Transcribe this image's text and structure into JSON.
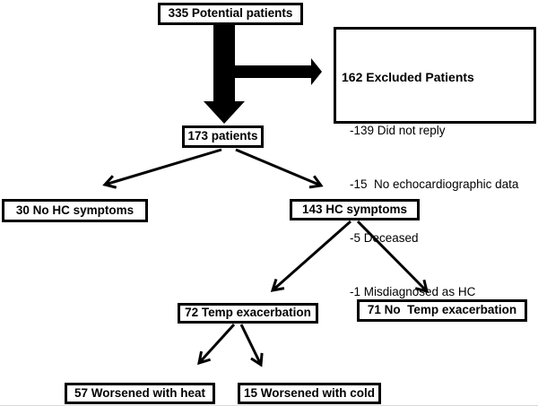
{
  "figure": {
    "background": "#ffffff",
    "line_color": "#000000",
    "text_color": "#000000"
  },
  "nodes": {
    "potential": {
      "label": "335 Potential patients"
    },
    "excluded": {
      "title": "162 Excluded Patients",
      "items": [
        "-139 Did not reply",
        "-15  No echocardiographic data",
        "-5 Deceased",
        "-1 Misdiagnosed as HC"
      ]
    },
    "patients": {
      "label": "173 patients"
    },
    "no_hc_symptoms": {
      "label": "30 No HC symptoms"
    },
    "hc_symptoms": {
      "label": "143 HC symptoms"
    },
    "temp_exacerbation": {
      "label": "72 Temp exacerbation"
    },
    "no_temp_exacerbation": {
      "label": "71 No  Temp exacerbation"
    },
    "worsened_heat": {
      "label": "57 Worsened with heat"
    },
    "worsened_cold": {
      "label": "15 Worsened with cold"
    }
  }
}
